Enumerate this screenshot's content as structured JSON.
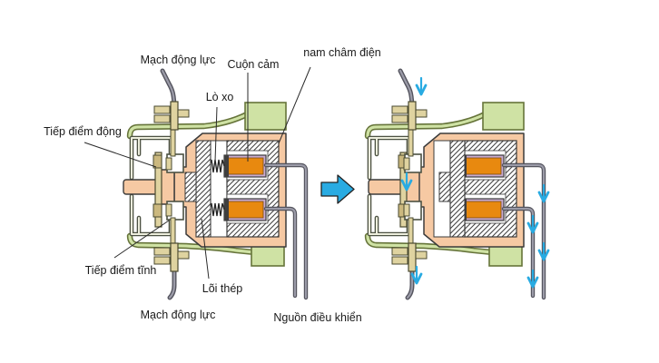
{
  "figure": {
    "labels": {
      "mach_dong_luc_top": "Mạch động lực",
      "cuon_cam": "Cuộn cảm",
      "nam_cham_dien": "nam châm điện",
      "lo_xo": "Lò xo",
      "tiep_diem_dong": "Tiếp điểm động",
      "tiep_diem_tinh": "Tiếp điểm tĩnh",
      "loi_thep": "Lõi thép",
      "mach_dong_luc_bottom": "Mạch động lực",
      "nguon_dieu_khien": "Nguồn điều khiển"
    },
    "colors": {
      "peach": "#F6C9A3",
      "outline": "#3B3B3B",
      "hatch_line": "#3F3F3F",
      "green": "#CFE2A4",
      "green_outline": "#66743A",
      "coil_orange": "#E8890F",
      "coil_purple": "#C9ABCE",
      "tan": "#DFD3A0",
      "tan_dark": "#CBB87E",
      "tan_outline": "#4A4A30",
      "wire_dark": "#55555F",
      "wire_light": "#9B9BA8",
      "frame_dark": "#4D5243",
      "frame_light": "#EDEEDD",
      "blue": "#29ABE2",
      "leader_line": "#2A2A2A",
      "text": "#1A1A1A"
    }
  }
}
